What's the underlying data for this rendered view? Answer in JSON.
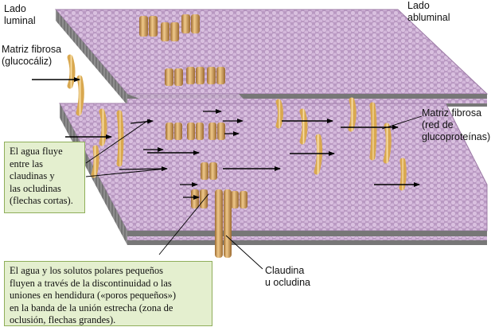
{
  "labels": {
    "luminal": [
      "Lado",
      "luminal"
    ],
    "abluminal": [
      "Lado",
      "abluminal"
    ],
    "matrix_left": [
      "Matriz fibrosa",
      "(glucocáliz)"
    ],
    "matrix_right": [
      "Matriz fibrosa",
      "(red de",
      "glucoproteínas)"
    ],
    "claudin": [
      "Claudina",
      "u ocludina"
    ]
  },
  "callouts": {
    "water": [
      "El agua fluye",
      "entre las",
      "claudinas y",
      "las ocludinas",
      "(flechas cortas)."
    ],
    "solutes": [
      "El agua y los solutos polares pequeños",
      "fluyen a través de la discontinuidad o las",
      "uniones en hendidura («poros pequeños»)",
      "en la banda de la unión estrecha (zona de",
      "oclusión, flechas grandes)."
    ]
  },
  "colors": {
    "membrane": "#c7a7cf",
    "membrane_dark": "#9c7aa6",
    "edge": "#9a9a9a",
    "fiber": "#f2cf86",
    "protein": "#d4a05a",
    "callout_bg": "#e4efcf",
    "callout_border": "#8fae5a",
    "arrow": "#000000"
  }
}
